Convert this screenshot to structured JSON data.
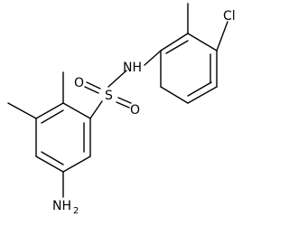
{
  "labels": {
    "cl": "Cl",
    "nh": "NH",
    "s": "S",
    "o_upper": "O",
    "o_lower": "O",
    "nh2_main": "NH",
    "nh2_sub": "2"
  }
}
